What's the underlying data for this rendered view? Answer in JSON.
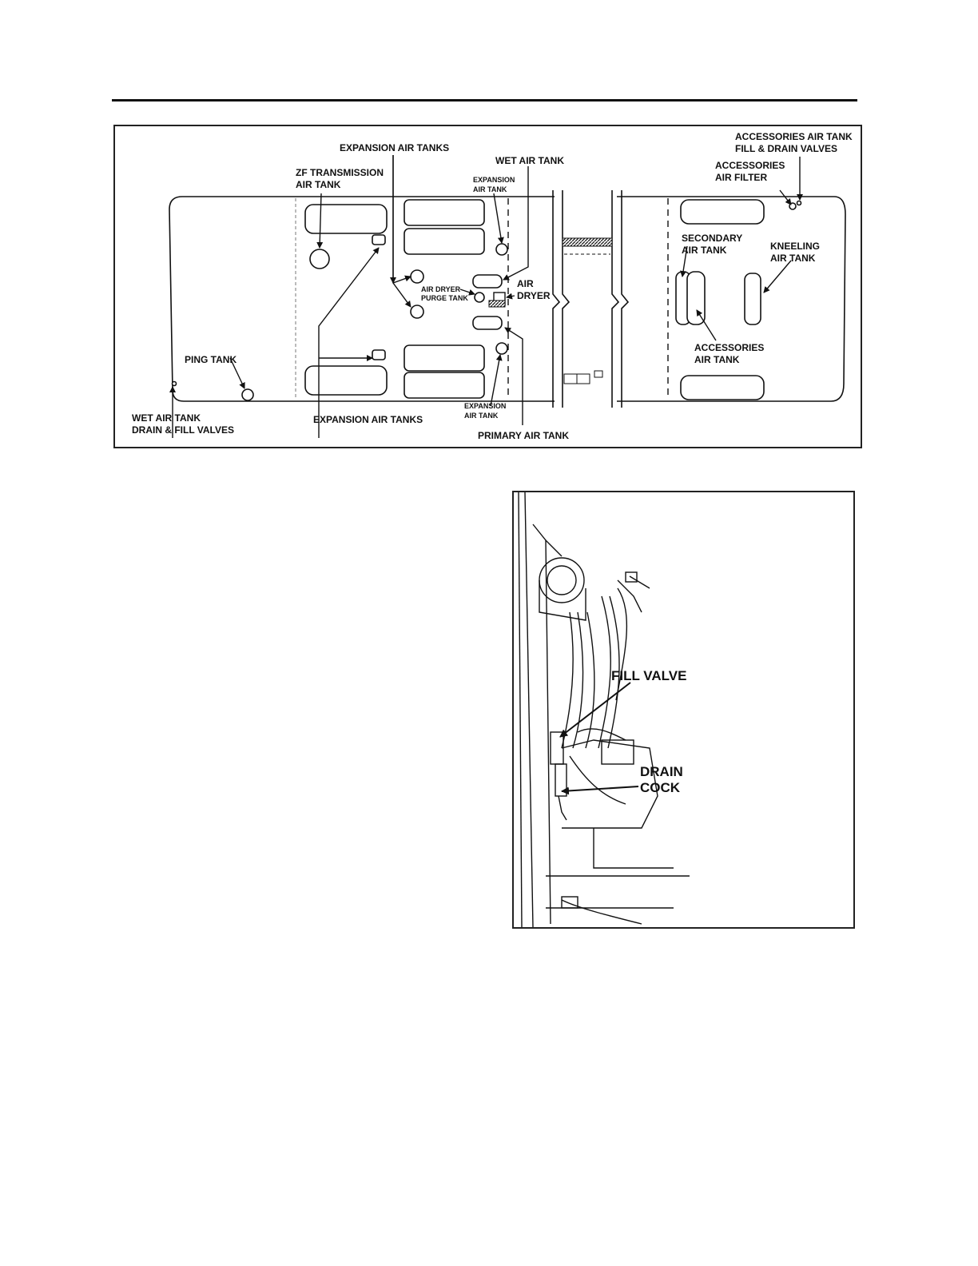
{
  "figure1": {
    "labels": {
      "expansion_air_tanks_top": "EXPANSION AIR TANKS",
      "wet_air_tank": "WET AIR TANK",
      "accessories_fill_drain_1": "ACCESSORIES AIR TANK",
      "accessories_fill_drain_2": "FILL & DRAIN VALVES",
      "zf_transmission_1": "ZF TRANSMISSION",
      "zf_transmission_2": "AIR TANK",
      "expansion_air_tank_upper_1": "EXPANSION",
      "expansion_air_tank_upper_2": "AIR TANK",
      "accessories_air_filter_1": "ACCESSORIES",
      "accessories_air_filter_2": "AIR FILTER",
      "secondary_air_tank_1": "SECONDARY",
      "secondary_air_tank_2": "AIR TANK",
      "kneeling_air_tank_1": "KNEELING",
      "kneeling_air_tank_2": "AIR TANK",
      "air_dryer_purge_1": "AIR DRYER",
      "air_dryer_purge_2": "PURGE TANK",
      "air_dryer_1": "AIR",
      "air_dryer_2": "DRYER",
      "accessories_air_tank_1": "ACCESSORIES",
      "accessories_air_tank_2": "AIR TANK",
      "ping_tank": "PING TANK",
      "wet_drain_fill_1": "WET AIR TANK",
      "wet_drain_fill_2": "DRAIN & FILL VALVES",
      "expansion_air_tanks_bottom": "EXPANSION AIR TANKS",
      "expansion_air_tank_lower_1": "EXPANSION",
      "expansion_air_tank_lower_2": "AIR TANK",
      "primary_air_tank": "PRIMARY AIR TANK"
    }
  },
  "figure2": {
    "labels": {
      "fill_valve": "FILL VALVE",
      "drain_cock_1": "DRAIN",
      "drain_cock_2": "COCK"
    }
  }
}
